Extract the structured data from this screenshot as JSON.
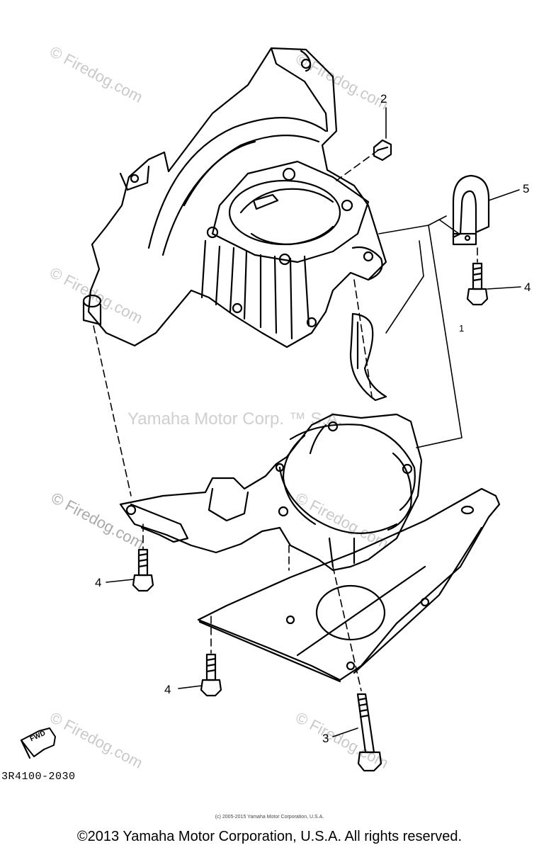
{
  "diagram": {
    "callouts": {
      "part_1": "1",
      "part_2": "2",
      "part_3": "3",
      "part_4a": "4",
      "part_4b": "4",
      "part_4c": "4",
      "part_5": "5"
    },
    "fwd_label": "FWD",
    "diagram_code": "3R4100-2030"
  },
  "watermarks": {
    "firedog": "© Firedog.com",
    "center": "Yamaha Motor Corp.  ™ S.A."
  },
  "footer": {
    "small_copyright": "(c) 2005-2015 Yamaha Motor Corporation, U.S.A.",
    "copyright": "©2013 Yamaha Motor Corporation, U.S.A. All rights reserved."
  }
}
